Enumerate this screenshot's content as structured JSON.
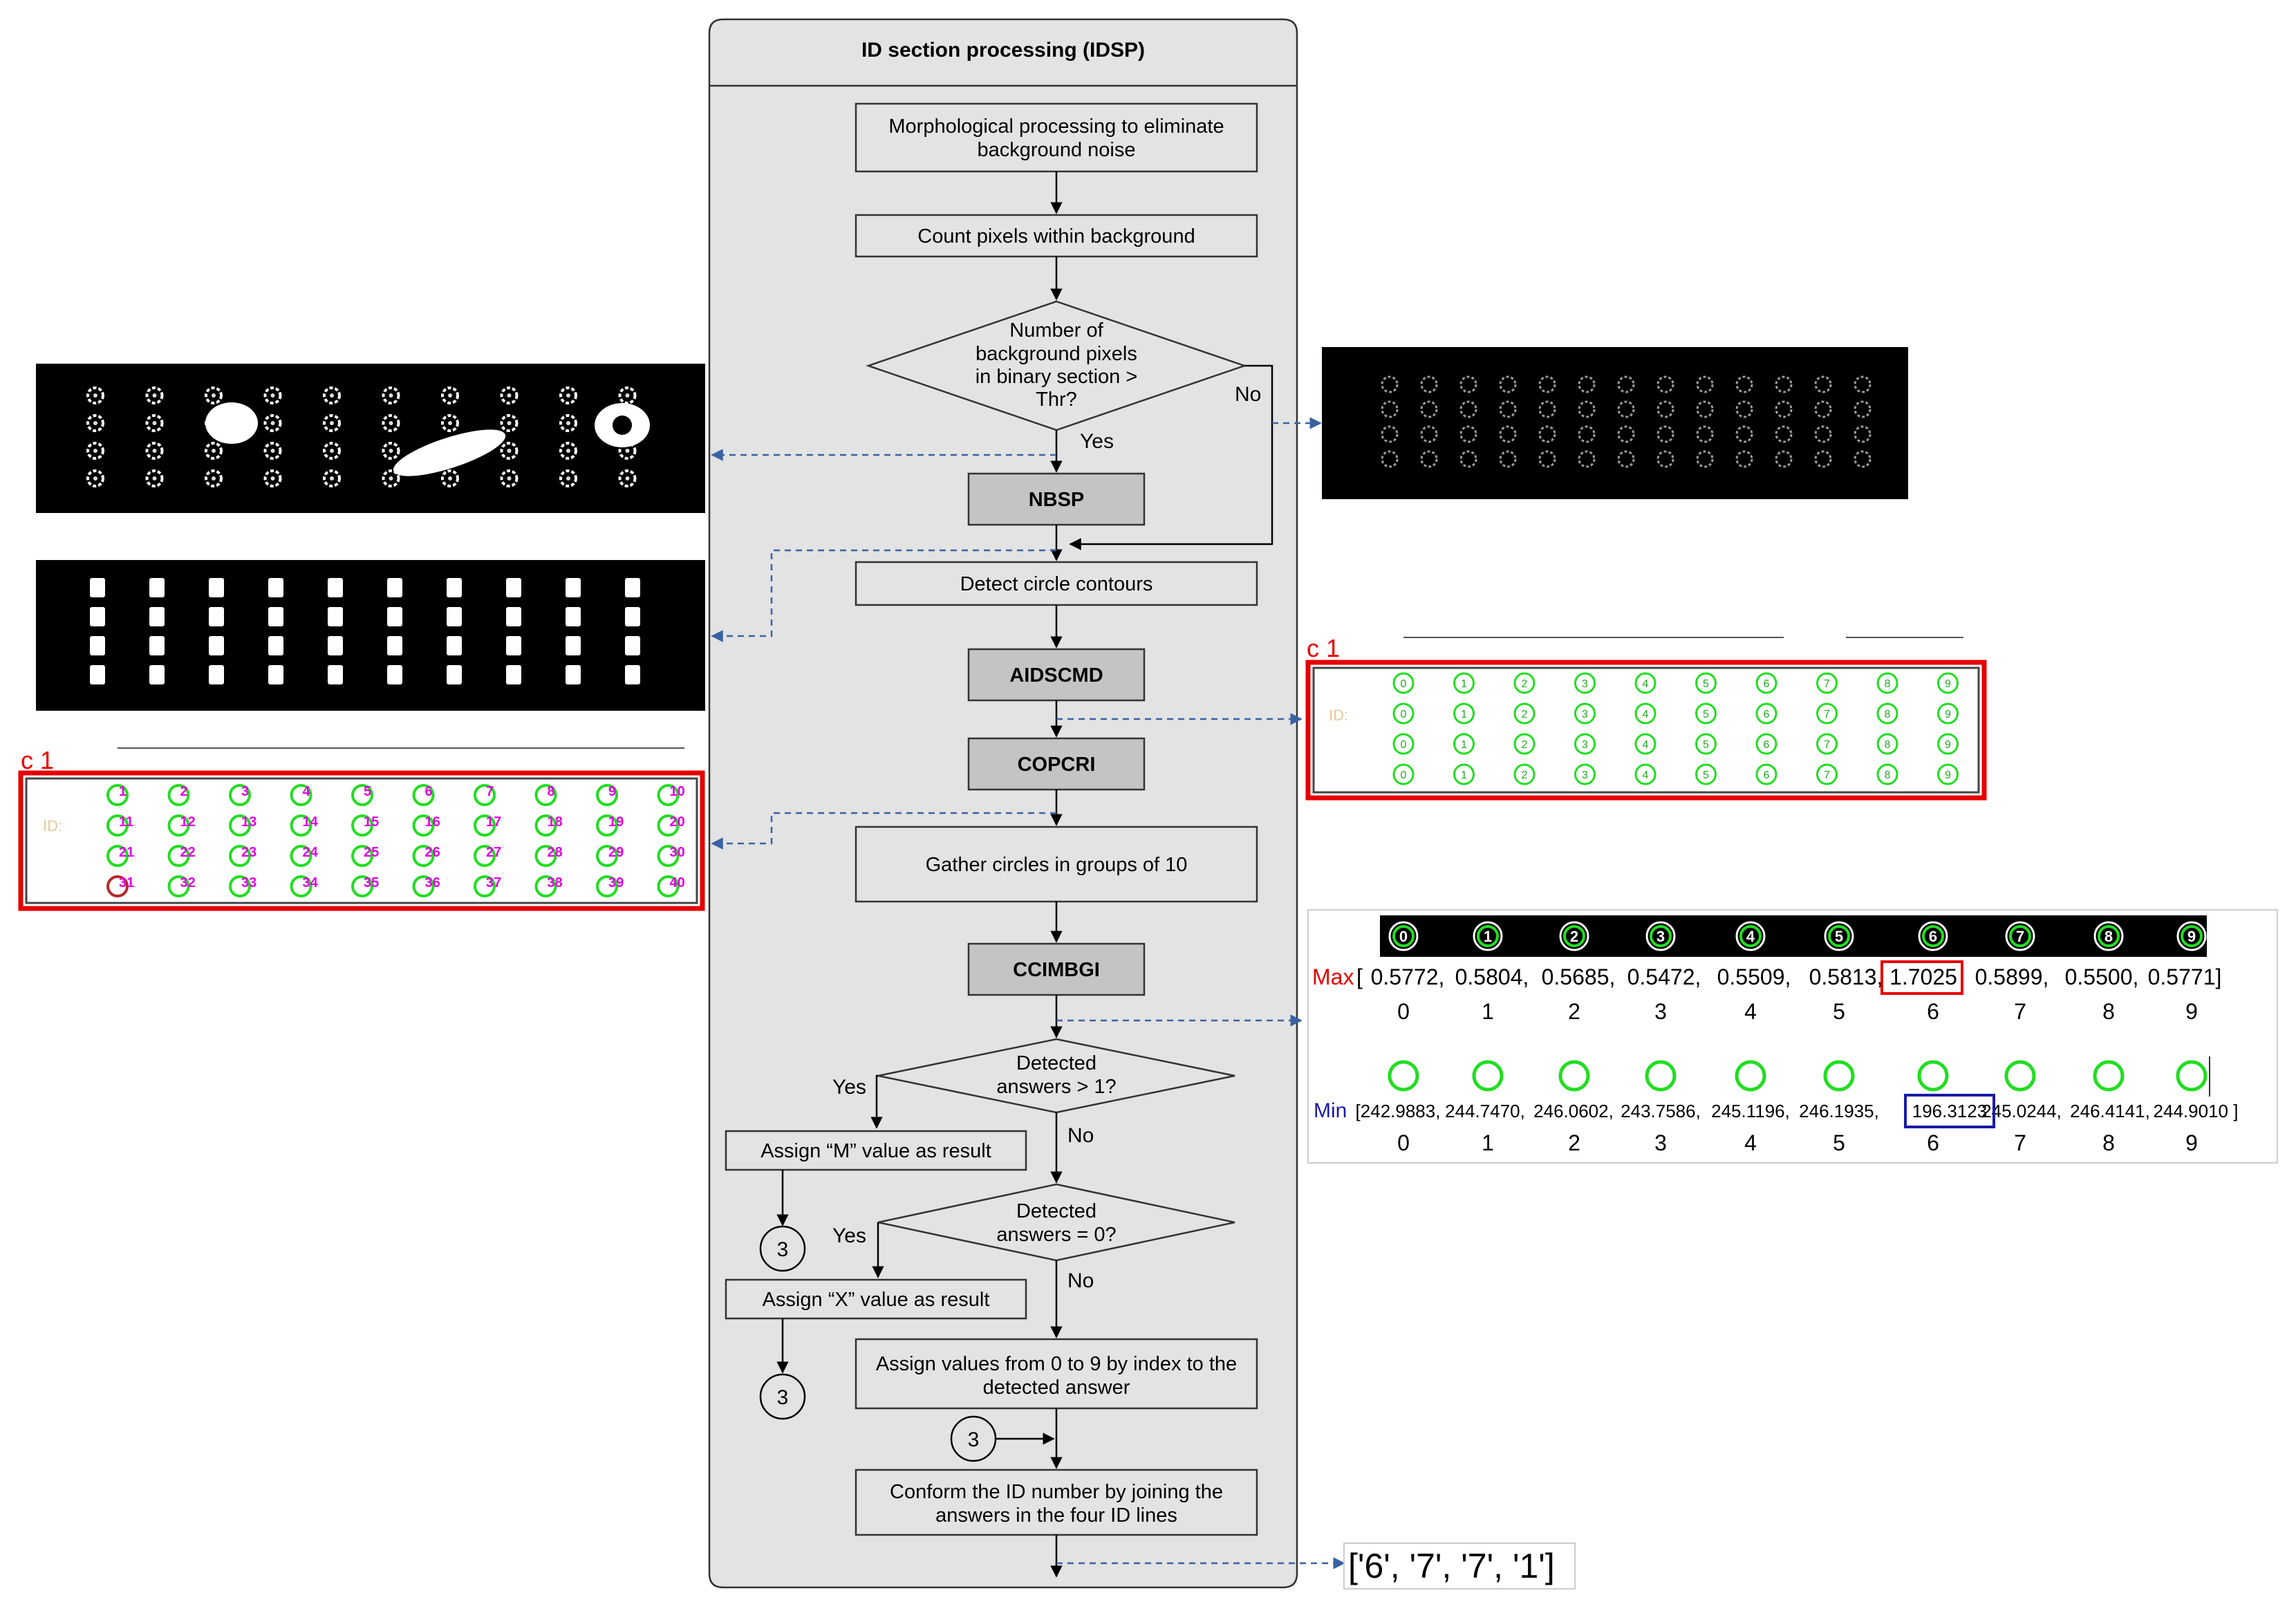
{
  "panel": {
    "title": "ID section processing (IDSP)"
  },
  "steps": {
    "morph_line1": "Morphological processing to eliminate",
    "morph_line2": "background noise",
    "count": "Count pixels within background",
    "dec1_l1": "Number of",
    "dec1_l2": "background pixels",
    "dec1_l3": "in binary section >",
    "dec1_l4": "Thr?",
    "nbsp": "NBSP",
    "detect": "Detect circle contours",
    "aidscmd": "AIDSCMD",
    "copcri": "COPCRI",
    "gather": "Gather circles in groups of 10",
    "ccimbgi": "CCIMBGI",
    "dec2_l1": "Detected",
    "dec2_l2": "answers > 1?",
    "assign_m": "Assign “M” value as result",
    "dec3_l1": "Detected",
    "dec3_l2": "answers = 0?",
    "assign_x": "Assign “X” value as result",
    "assign_idx_l1": "Assign values from 0 to 9 by index to the",
    "assign_idx_l2": "detected answer",
    "conform_l1": "Conform the ID number by joining the",
    "conform_l2": "answers in the four ID lines"
  },
  "labels": {
    "yes": "Yes",
    "no": "No",
    "connector": "3"
  },
  "thumb_labels": {
    "c1_left": "c 1",
    "c1_right": "c 1",
    "id_faint": "ID:"
  },
  "results": {
    "max_label": "Max",
    "max_values": [
      "0.5772,",
      "0.5804,",
      "0.5685,",
      "0.5472,",
      "0.5509,",
      "0.5813,",
      "1.7025",
      "0.5899,",
      "0.5500,",
      "0.5771]"
    ],
    "max_open": "[",
    "min_label": "Min",
    "min_values": [
      "[242.9883,",
      "244.7470,",
      "246.0602,",
      "243.7586,",
      "245.1196,",
      "246.1935,",
      "196.3123",
      "245.0244,",
      "246.4141,",
      "244.9010 ]"
    ],
    "indices": [
      "0",
      "1",
      "2",
      "3",
      "4",
      "5",
      "6",
      "7",
      "8",
      "9"
    ],
    "output": "['6', '7', '7', '1']"
  },
  "colors": {
    "panel_bg": "#e3e3e3",
    "process_bg": "#c4c4c4",
    "arrow_dashed": "#4a6fa5",
    "highlight_red": "#e60000",
    "highlight_blue": "#1a1aa8",
    "bubble_green": "#22dd22",
    "bubble_number": "#e000e0"
  }
}
